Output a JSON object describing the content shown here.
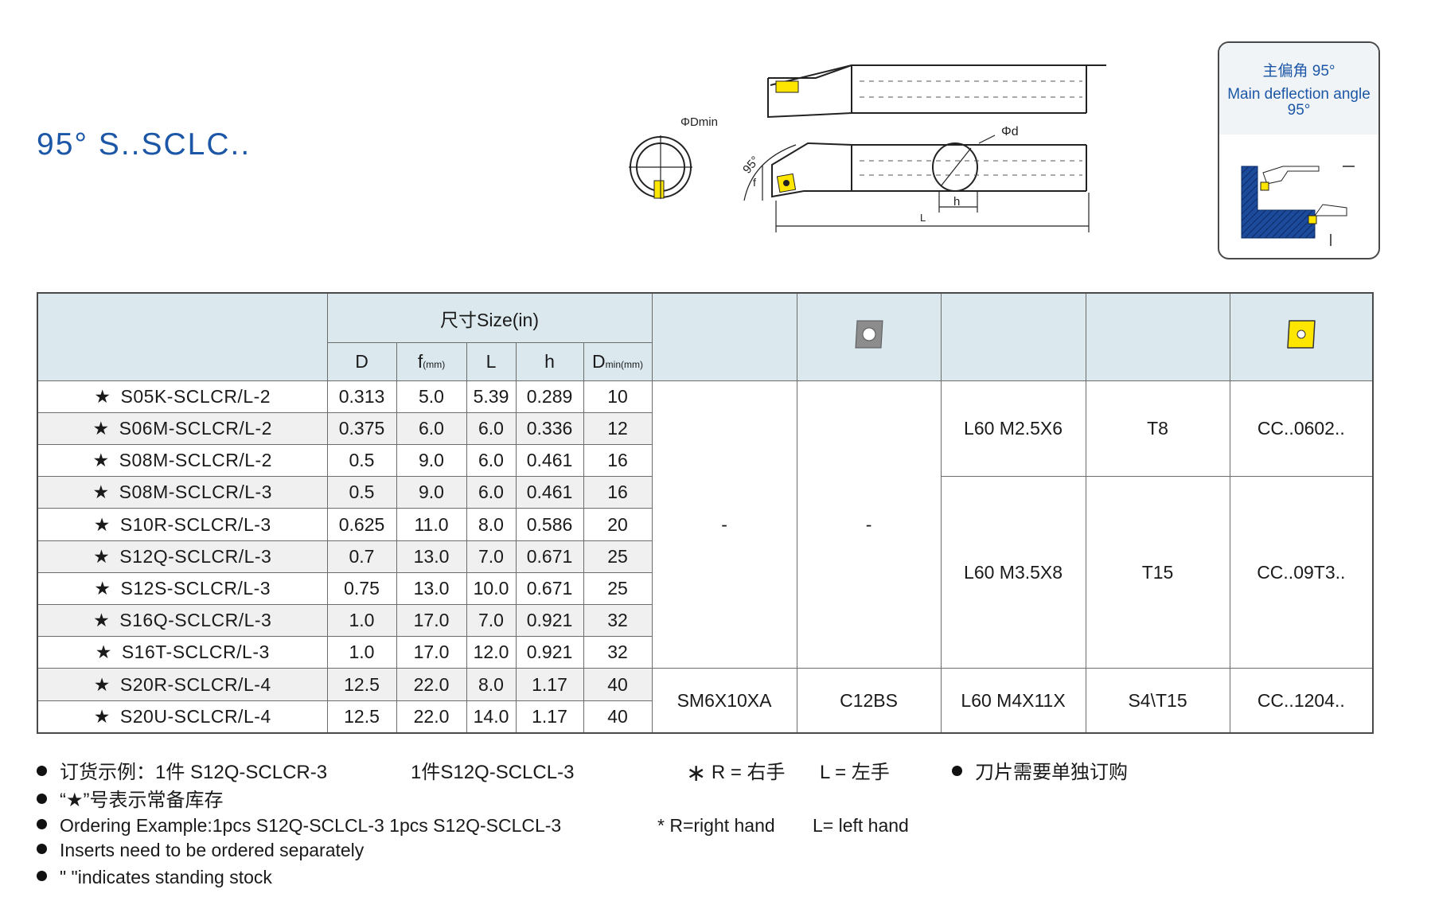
{
  "title": "95° S..SCLC..",
  "drawing": {
    "dmin_label": "ΦDmin",
    "d_label": "Φd",
    "angle_label": "95°",
    "f_label": "f",
    "h_label": "h",
    "l_label": "L"
  },
  "deflection": {
    "zh": "主偏角 95°",
    "en": "Main deflection angle 95°"
  },
  "table": {
    "size_header": "尺寸Size(in)",
    "columns": {
      "D": "D",
      "f": "f",
      "f_unit": "(mm)",
      "L": "L",
      "h": "h",
      "Dmin": "D",
      "Dmin_sub": "min(mm)"
    },
    "rows": [
      {
        "model": "S05K-SCLCR/L-2",
        "D": "0.313",
        "f": "5.0",
        "L": "5.39",
        "h": "0.289",
        "Dmin": "10"
      },
      {
        "model": "S06M-SCLCR/L-2",
        "D": "0.375",
        "f": "6.0",
        "L": "6.0",
        "h": "0.336",
        "Dmin": "12"
      },
      {
        "model": "S08M-SCLCR/L-2",
        "D": "0.5",
        "f": "9.0",
        "L": "6.0",
        "h": "0.461",
        "Dmin": "16"
      },
      {
        "model": "S08M-SCLCR/L-3",
        "D": "0.5",
        "f": "9.0",
        "L": "6.0",
        "h": "0.461",
        "Dmin": "16"
      },
      {
        "model": "S10R-SCLCR/L-3",
        "D": "0.625",
        "f": "11.0",
        "L": "8.0",
        "h": "0.586",
        "Dmin": "20"
      },
      {
        "model": "S12Q-SCLCR/L-3",
        "D": "0.7",
        "f": "13.0",
        "L": "7.0",
        "h": "0.671",
        "Dmin": "25"
      },
      {
        "model": "S12S-SCLCR/L-3",
        "D": "0.75",
        "f": "13.0",
        "L": "10.0",
        "h": "0.671",
        "Dmin": "25"
      },
      {
        "model": "S16Q-SCLCR/L-3",
        "D": "1.0",
        "f": "17.0",
        "L": "7.0",
        "h": "0.921",
        "Dmin": "32"
      },
      {
        "model": "S16T-SCLCR/L-3",
        "D": "1.0",
        "f": "17.0",
        "L": "12.0",
        "h": "0.921",
        "Dmin": "32"
      },
      {
        "model": "S20R-SCLCR/L-4",
        "D": "12.5",
        "f": "22.0",
        "L": "8.0",
        "h": "1.17",
        "Dmin": "40"
      },
      {
        "model": "S20U-SCLCR/L-4",
        "D": "12.5",
        "f": "22.0",
        "L": "14.0",
        "h": "1.17",
        "Dmin": "40"
      }
    ],
    "star": "★",
    "merged": {
      "shim_screw_a": "-",
      "shim_a": "-",
      "shim_screw_b": "SM6X10XA",
      "shim_b": "C12BS",
      "screw_1": "L60 M2.5X6",
      "key_1": "T8",
      "insert_1": "CC..0602..",
      "screw_2": "L60 M3.5X8",
      "key_2": "T15",
      "insert_2": "CC..09T3..",
      "screw_3": "L60 M4X11X",
      "key_3": "S4\\T15",
      "insert_3": "CC..1204.."
    }
  },
  "notes": {
    "zh_order_label": "订货示例：1件 S12Q-SCLCR-3",
    "zh_order_second": "1件S12Q-SCLCL-3",
    "zh_hand": "R = 右手",
    "zh_hand_l": "L = 左手",
    "zh_hand_star": "∗",
    "zh_insert": "刀片需要单独订购",
    "zh_stock": "“★”号表示常备库存",
    "en_order": "Ordering Example:1pcs S12Q-SCLCL-3  1pcs S12Q-SCLCL-3",
    "en_hand": "* R=right hand",
    "en_hand_l": "L= left hand",
    "en_insert": "Inserts need to be ordered separately",
    "en_stock": "\"    \"indicates standing stock"
  },
  "colors": {
    "blue": "#1c57a7",
    "header_bg": "#dbe9ef",
    "insert_yellow": "#ffe600"
  }
}
